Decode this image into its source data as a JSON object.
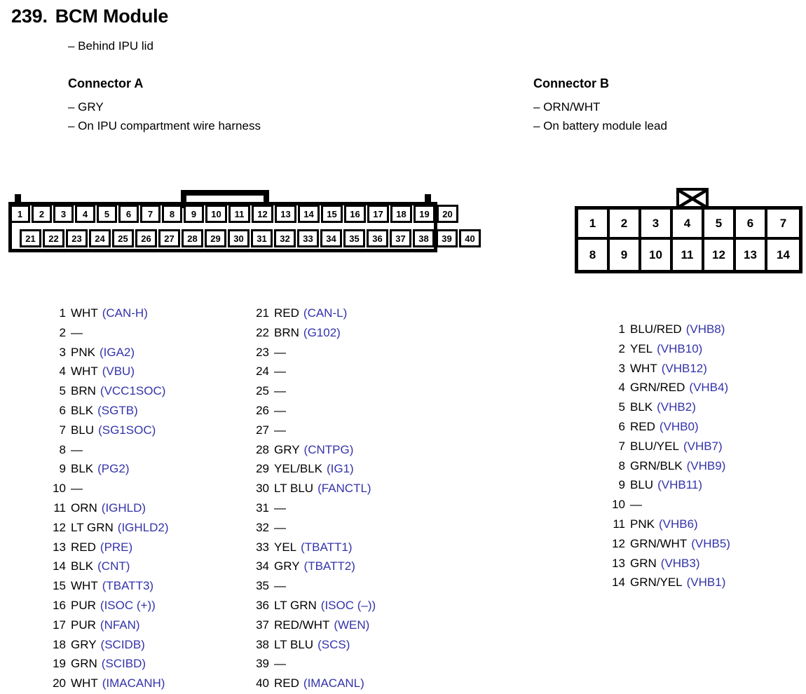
{
  "title": {
    "number": "239.",
    "text": "BCM Module"
  },
  "subtitle": "– Behind IPU lid",
  "connector_a": {
    "heading": "Connector A",
    "line1": "– GRY",
    "line2": "– On IPU compartment wire harness",
    "diagram": {
      "top_row": [
        "1",
        "2",
        "3",
        "4",
        "5",
        "6",
        "7",
        "8",
        "9",
        "10",
        "11",
        "12",
        "13",
        "14",
        "15",
        "16",
        "17",
        "18",
        "19",
        "20"
      ],
      "bottom_row": [
        "21",
        "22",
        "23",
        "24",
        "25",
        "26",
        "27",
        "28",
        "29",
        "30",
        "31",
        "32",
        "33",
        "34",
        "35",
        "36",
        "37",
        "38",
        "39",
        "40"
      ]
    },
    "pins_col1": [
      {
        "no": "1",
        "wire": "WHT",
        "sig": "(CAN-H)"
      },
      {
        "no": "2",
        "wire": "—",
        "sig": ""
      },
      {
        "no": "3",
        "wire": "PNK",
        "sig": "(IGA2)"
      },
      {
        "no": "4",
        "wire": "WHT",
        "sig": "(VBU)"
      },
      {
        "no": "5",
        "wire": "BRN",
        "sig": "(VCC1SOC)"
      },
      {
        "no": "6",
        "wire": "BLK",
        "sig": "(SGTB)"
      },
      {
        "no": "7",
        "wire": "BLU",
        "sig": "(SG1SOC)"
      },
      {
        "no": "8",
        "wire": "—",
        "sig": ""
      },
      {
        "no": "9",
        "wire": "BLK",
        "sig": "(PG2)"
      },
      {
        "no": "10",
        "wire": "—",
        "sig": ""
      },
      {
        "no": "11",
        "wire": "ORN",
        "sig": "(IGHLD)"
      },
      {
        "no": "12",
        "wire": "LT GRN",
        "sig": "(IGHLD2)"
      },
      {
        "no": "13",
        "wire": "RED",
        "sig": "(PRE)"
      },
      {
        "no": "14",
        "wire": "BLK",
        "sig": "(CNT)"
      },
      {
        "no": "15",
        "wire": "WHT",
        "sig": "(TBATT3)"
      },
      {
        "no": "16",
        "wire": "PUR",
        "sig": "(ISOC (+))"
      },
      {
        "no": "17",
        "wire": "PUR",
        "sig": "(NFAN)"
      },
      {
        "no": "18",
        "wire": "GRY",
        "sig": "(SCIDB)"
      },
      {
        "no": "19",
        "wire": "GRN",
        "sig": "(SCIBD)"
      },
      {
        "no": "20",
        "wire": "WHT",
        "sig": "(IMACANH)"
      }
    ],
    "pins_col2": [
      {
        "no": "21",
        "wire": "RED",
        "sig": "(CAN-L)"
      },
      {
        "no": "22",
        "wire": "BRN",
        "sig": "(G102)"
      },
      {
        "no": "23",
        "wire": "—",
        "sig": ""
      },
      {
        "no": "24",
        "wire": "—",
        "sig": ""
      },
      {
        "no": "25",
        "wire": "—",
        "sig": ""
      },
      {
        "no": "26",
        "wire": "—",
        "sig": ""
      },
      {
        "no": "27",
        "wire": "—",
        "sig": ""
      },
      {
        "no": "28",
        "wire": "GRY",
        "sig": "(CNTPG)"
      },
      {
        "no": "29",
        "wire": "YEL/BLK",
        "sig": "(IG1)"
      },
      {
        "no": "30",
        "wire": "LT BLU",
        "sig": "(FANCTL)"
      },
      {
        "no": "31",
        "wire": "—",
        "sig": ""
      },
      {
        "no": "32",
        "wire": "—",
        "sig": ""
      },
      {
        "no": "33",
        "wire": "YEL",
        "sig": "(TBATT1)"
      },
      {
        "no": "34",
        "wire": "GRY",
        "sig": "(TBATT2)"
      },
      {
        "no": "35",
        "wire": "—",
        "sig": ""
      },
      {
        "no": "36",
        "wire": "LT GRN",
        "sig": "(ISOC (–))"
      },
      {
        "no": "37",
        "wire": "RED/WHT",
        "sig": "(WEN)"
      },
      {
        "no": "38",
        "wire": "LT BLU",
        "sig": "(SCS)"
      },
      {
        "no": "39",
        "wire": "—",
        "sig": ""
      },
      {
        "no": "40",
        "wire": "RED",
        "sig": "(IMACANL)"
      }
    ]
  },
  "connector_b": {
    "heading": "Connector B",
    "line1": "– ORN/WHT",
    "line2": "– On battery module lead",
    "diagram": {
      "top_row": [
        "1",
        "2",
        "3",
        "4",
        "5",
        "6",
        "7"
      ],
      "bottom_row": [
        "8",
        "9",
        "10",
        "11",
        "12",
        "13",
        "14"
      ],
      "lock_tab_icon": "x-lock-tab-icon"
    },
    "pins": [
      {
        "no": "1",
        "wire": "BLU/RED",
        "sig": "(VHB8)"
      },
      {
        "no": "2",
        "wire": "YEL",
        "sig": "(VHB10)"
      },
      {
        "no": "3",
        "wire": "WHT",
        "sig": "(VHB12)"
      },
      {
        "no": "4",
        "wire": "GRN/RED",
        "sig": "(VHB4)"
      },
      {
        "no": "5",
        "wire": "BLK",
        "sig": "(VHB2)"
      },
      {
        "no": "6",
        "wire": "RED",
        "sig": "(VHB0)"
      },
      {
        "no": "7",
        "wire": "BLU/YEL",
        "sig": "(VHB7)"
      },
      {
        "no": "8",
        "wire": "GRN/BLK",
        "sig": "(VHB9)"
      },
      {
        "no": "9",
        "wire": "BLU",
        "sig": "(VHB11)"
      },
      {
        "no": "10",
        "wire": "—",
        "sig": ""
      },
      {
        "no": "11",
        "wire": "PNK",
        "sig": "(VHB6)"
      },
      {
        "no": "12",
        "wire": "GRN/WHT",
        "sig": "(VHB5)"
      },
      {
        "no": "13",
        "wire": "GRN",
        "sig": "(VHB3)"
      },
      {
        "no": "14",
        "wire": "GRN/YEL",
        "sig": "(VHB1)"
      }
    ]
  },
  "colors": {
    "signal_blue": "#3333aa",
    "ink": "#000000",
    "paper": "#ffffff"
  }
}
